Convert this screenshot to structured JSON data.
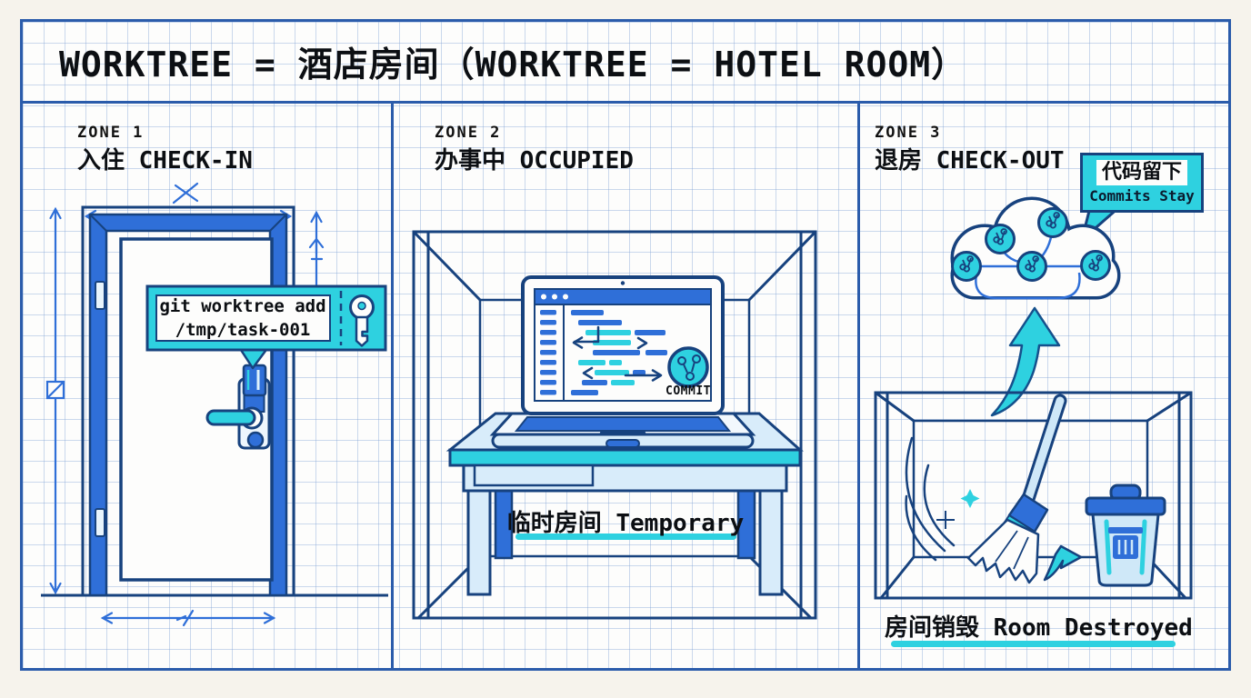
{
  "title": "WORKTREE = 酒店房间（WORKTREE = HOTEL ROOM）",
  "zones": {
    "zone1": {
      "label": "ZONE 1",
      "heading": "入住 CHECK-IN",
      "key_tag": {
        "line1": "git worktree add",
        "line2": "/tmp/task-001"
      }
    },
    "zone2": {
      "label": "ZONE 2",
      "heading": "办事中 OCCUPIED",
      "commit_badge": "COMMIT",
      "caption": "临时房间 Temporary"
    },
    "zone3": {
      "label": "ZONE 3",
      "heading": "退房 CHECK-OUT",
      "bubble": {
        "title": "代码留下",
        "subtitle": "Commits Stay"
      },
      "caption": "房间销毁 Room Destroyed"
    }
  },
  "colors": {
    "ink": "#0c0f13",
    "outline_dark_blue": "#17427e",
    "frame_blue": "#2b5cab",
    "primary_blue": "#2f6fd8",
    "light_blue": "#cfe8f8",
    "cyan_accent": "#2ed1e0",
    "grid_line": "#c3d6ec",
    "paper_margin": "#f6f3ec"
  },
  "icons": {
    "key": "key-icon",
    "keycard": "keycard-icon",
    "door_handle": "door-handle-icon",
    "hinge": "hinge-icon",
    "dimension_lines": "dimension-line-icon",
    "window_controls": "window-controls-icon",
    "git_commit_node": "commit-node-icon",
    "git_branch_glyph": "git-branch-icon",
    "cloud": "cloud-icon",
    "up_arrow": "up-arrow-icon",
    "broom": "broom-icon",
    "sparkle": "sparkle-icon",
    "plus_sparkle": "plus-sparkle-icon",
    "sweep_arrow": "sweep-arrow-icon",
    "trash_can": "trash-can-icon"
  }
}
